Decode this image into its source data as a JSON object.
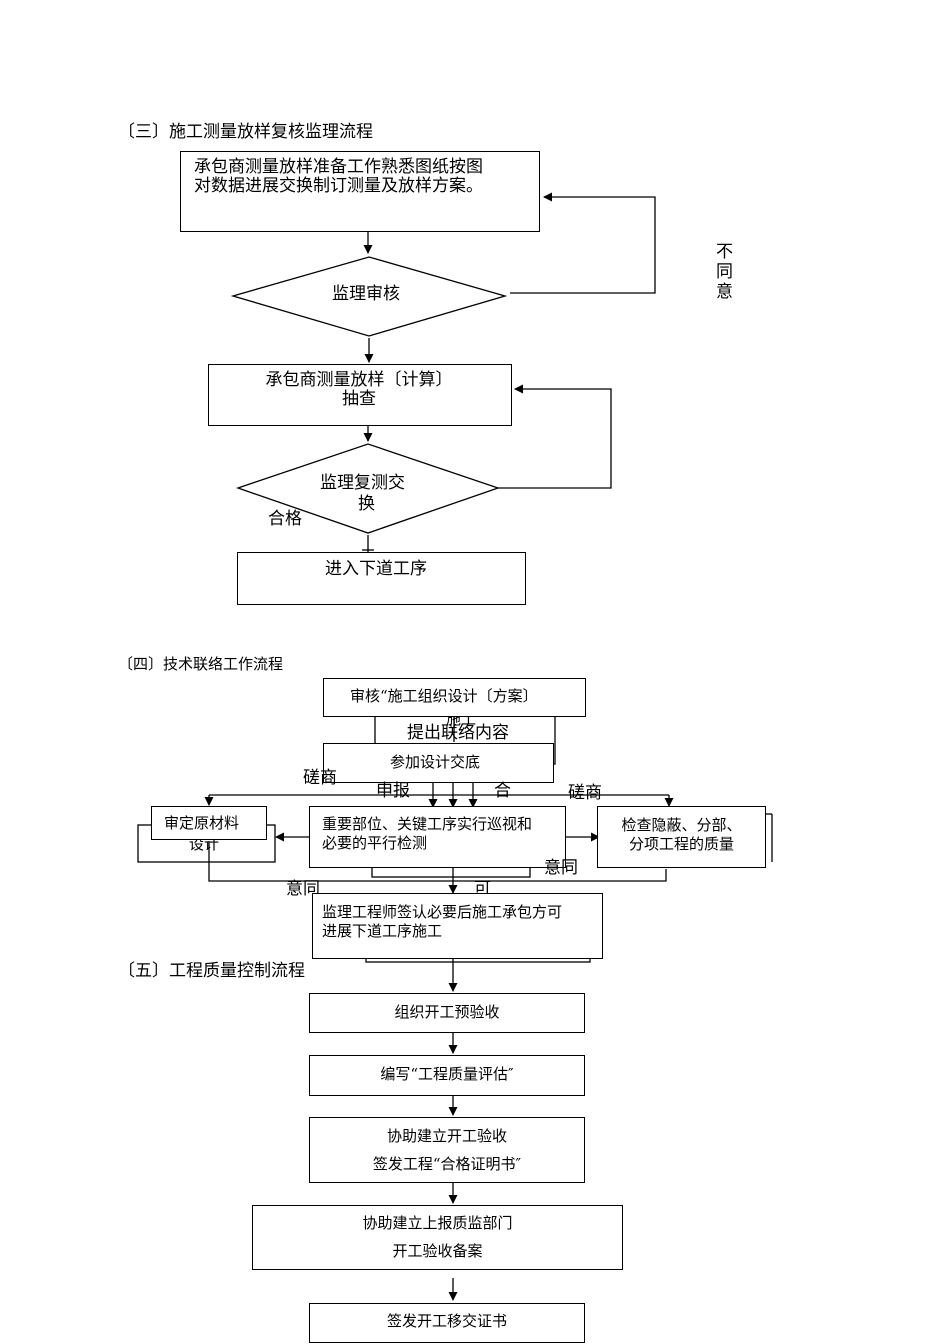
{
  "section3": {
    "heading": "〔三〕施工测量放样复核监理流程",
    "box_prepare_line1": "承包商测量放样准备工作熟悉图纸按图",
    "box_prepare_line2": "对数据进展交换制订测量及放样方案。",
    "diamond_review": "监理审核",
    "label_disagree": [
      "不",
      "同",
      "意"
    ],
    "box_survey_line1": "承包商测量放样〔计算〕",
    "box_survey_line2": "抽查",
    "diamond_recheck_line1": "监理复测交",
    "diamond_recheck_line2": "换",
    "label_pass": "合格",
    "box_next": "进入下道工序"
  },
  "section4": {
    "heading": "〔四〕技术联络工作流程",
    "box_review_design": "审核“施工组织设计〔方案〕",
    "fragment_construct": "施工",
    "box_liaison_content": "提出联络内容",
    "box_join_design": "参加设计交底",
    "label_consult_left": "磋商",
    "label_report": "申报",
    "label_he": "合",
    "label_consult_right": "磋商",
    "box_approve_materials": "审定原材料",
    "fragment_design": "设计",
    "box_key_parts_line1": "重要部位、关键工序实行巡视和",
    "box_key_parts_line2": "必要的平行检测",
    "box_check_hidden_line1": "检查隐蔽、分部、",
    "box_check_hidden_line2": "分项工程的质量",
    "label_agree_right": "意同",
    "label_agree_left": "意同",
    "label_ke": "可",
    "box_engineer_sign_line1": "监理工程师签认必要后施工承包方可",
    "box_engineer_sign_line2": "进展下道工序施工"
  },
  "section5": {
    "heading": "〔五〕工程质量控制流程",
    "box_pre_acceptance": "组织开工预验收",
    "box_quality_eval": "编写“工程质量评估″",
    "box_assist_line1": "协助建立开工验收",
    "box_assist_line2": "签发工程“合格证明书″",
    "box_report_line1": "协助建立上报质监部门",
    "box_report_line2": "开工验收备案",
    "box_handover": "签发开工移交证书"
  }
}
